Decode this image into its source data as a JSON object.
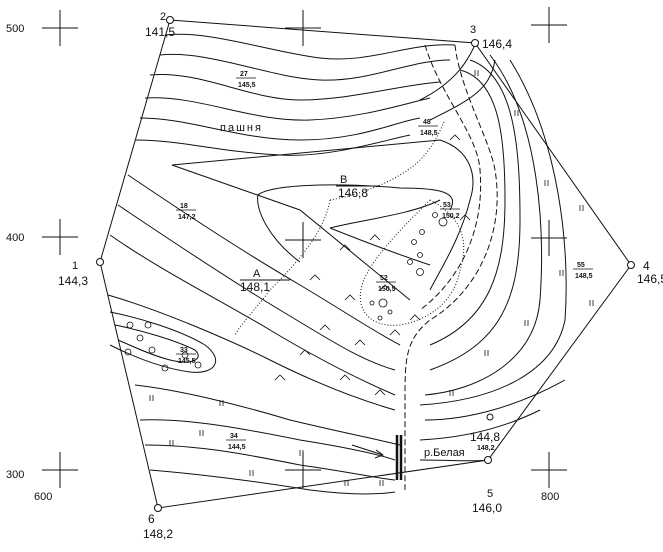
{
  "grid_labels": {
    "y500": "500",
    "y400": "400",
    "y300": "300",
    "x600": "600",
    "x800": "800"
  },
  "corner_points": [
    {
      "num": "1",
      "elev": "144,3"
    },
    {
      "num": "2",
      "elev": "141,5"
    },
    {
      "num": "3",
      "elev": "146,4"
    },
    {
      "num": "4",
      "elev": "146,5"
    },
    {
      "num": "5",
      "elev": "146,0"
    },
    {
      "num": "6",
      "elev": "148,2"
    }
  ],
  "area_labels": {
    "arable": "пашня",
    "river": "р.Белая"
  },
  "named_points": [
    {
      "letter": "А",
      "elev": "148,1"
    },
    {
      "letter": "В",
      "elev": "146,8"
    }
  ],
  "extra_elev": "144,8",
  "spot_heights": [
    {
      "top": "27",
      "bottom": "145,5"
    },
    {
      "top": "48",
      "bottom": "148,5"
    },
    {
      "top": "18",
      "bottom": "147,2"
    },
    {
      "top": "53",
      "bottom": "150,2"
    },
    {
      "top": "52",
      "bottom": "150,5"
    },
    {
      "top": "55",
      "bottom": "148,5"
    },
    {
      "top": "33",
      "bottom": "145,5"
    },
    {
      "top": "34",
      "bottom": "144,5"
    },
    {
      "top": "",
      "bottom": "148,2"
    }
  ]
}
